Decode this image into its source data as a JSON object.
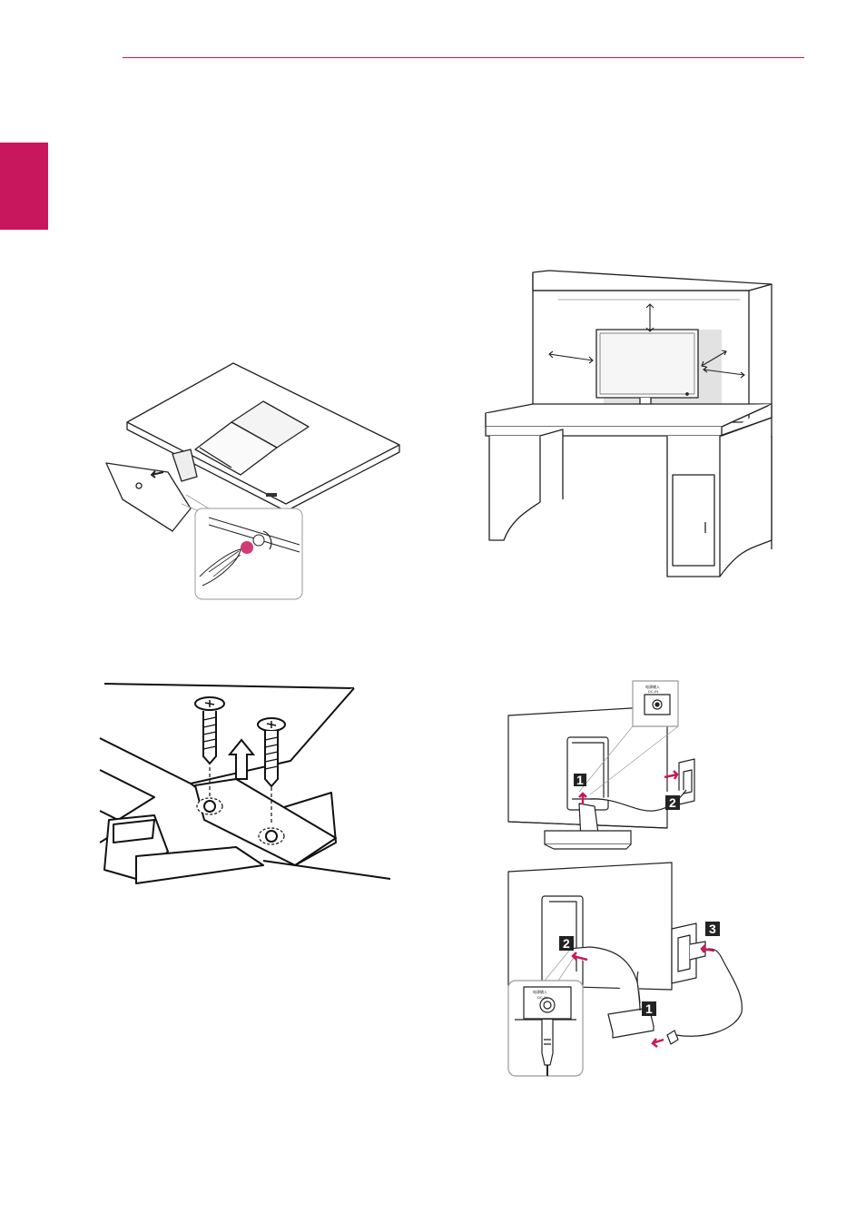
{
  "page": {
    "accent_color": "#c8175d",
    "line_color": "#222222"
  },
  "figures": {
    "stand_removal": {
      "icon": "stand-base-removal-illustration"
    },
    "desk_placement": {
      "icon": "desk-clearance-illustration"
    },
    "screws": {
      "icon": "screw-removal-illustration"
    },
    "power_connection_top": {
      "icon": "adapter-connection-illustration",
      "port_label_cn": "电源输入",
      "port_label_en": "DC-IN",
      "steps": [
        "1",
        "2"
      ]
    },
    "power_connection_bottom": {
      "icon": "power-cord-connection-illustration",
      "port_label_cn": "电源输入",
      "port_label_en": "DC-IN",
      "steps": [
        "1",
        "2",
        "3"
      ]
    }
  }
}
